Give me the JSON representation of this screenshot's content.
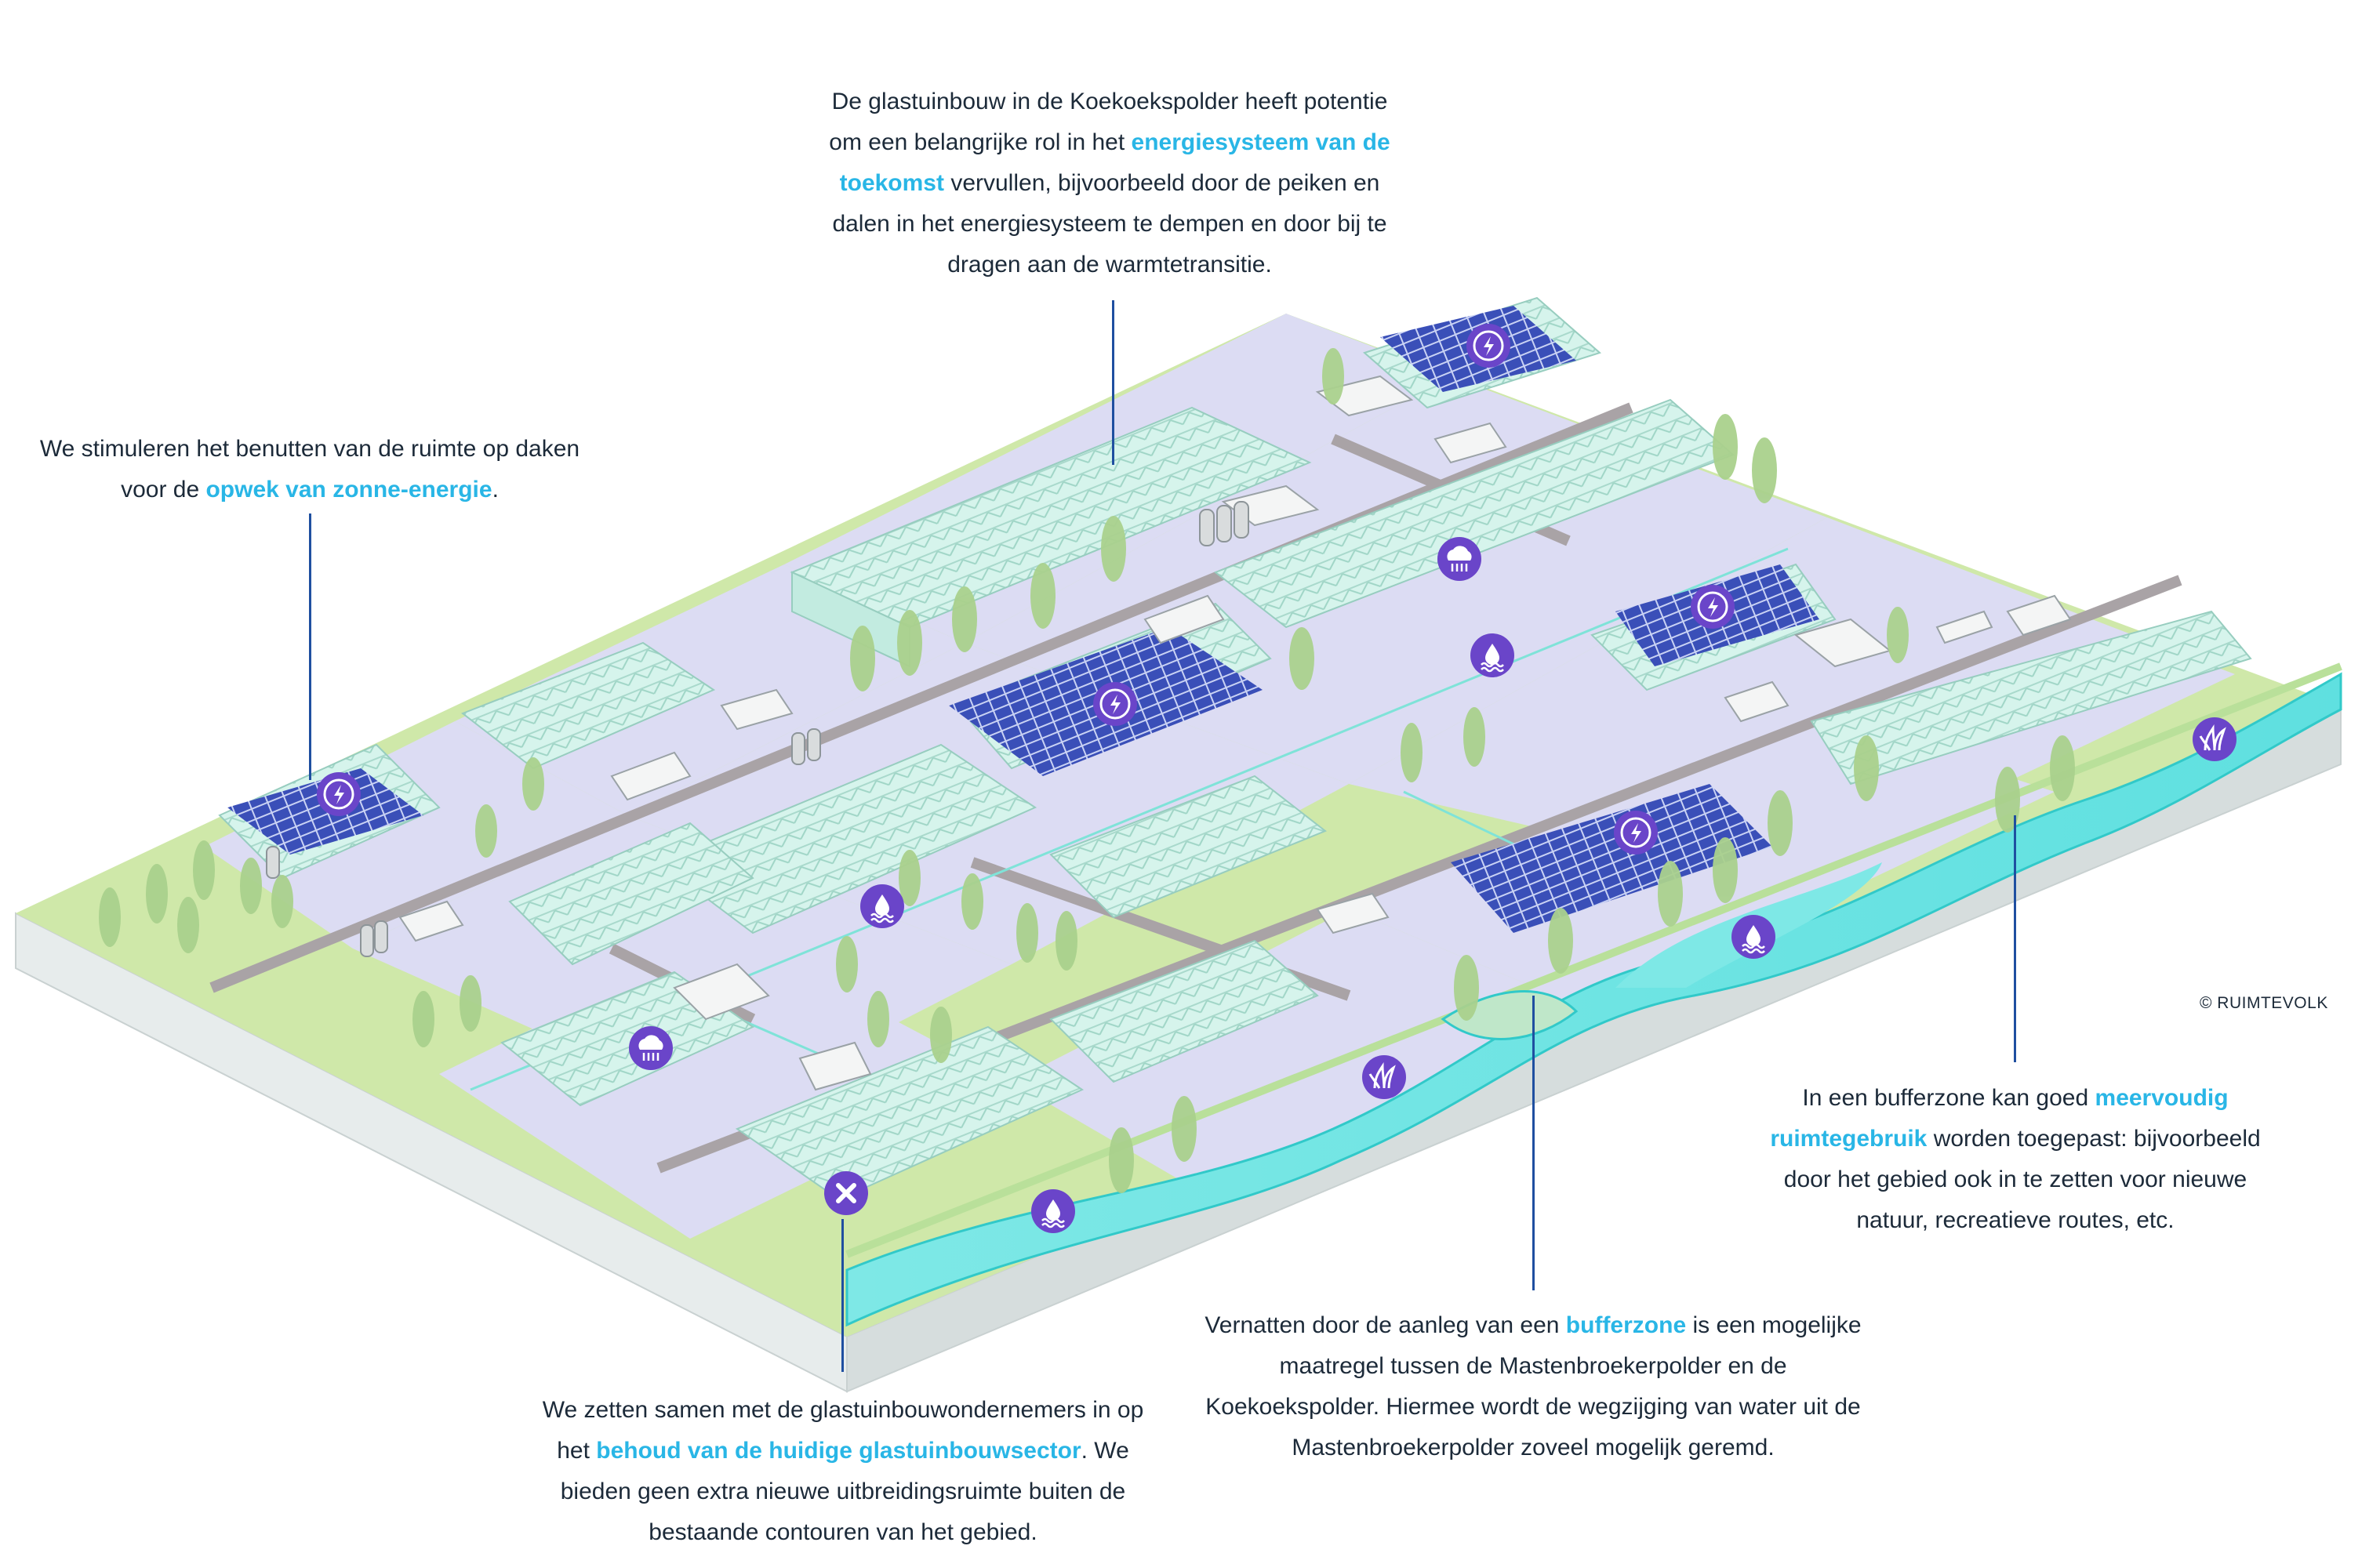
{
  "annotations": {
    "energy": {
      "before": "De glastuinbouw in de Koekoekspolder heeft potentie om een belangrijke rol in het ",
      "highlight": "energiesysteem van de toekomst",
      "after": " vervullen, bijvoorbeeld door de peiken en dalen in het energiesysteem te dempen en door bij te dragen aan de warmtetransitie."
    },
    "solar": {
      "before": "We stimuleren het benutten van de ruimte op daken voor de ",
      "highlight": "opwek van zonne-energie",
      "after": "."
    },
    "multi_use": {
      "before": "In een bufferzone kan goed ",
      "highlight": "meervoudig ruimtegebruik",
      "after": " worden toegepast: bijvoorbeeld door het gebied ook in te zetten voor nieuwe natuur, recreatieve routes, etc."
    },
    "bufferzone": {
      "before": "Vernatten door de aanleg van een ",
      "highlight": "bufferzone",
      "after": " is een mogelijke maatregel tussen de Mastenbroekerpolder en de Koekoekspolder. Hiermee wordt de wegzijging van water uit de Mastenbroekerpolder zoveel mogelijk geremd."
    },
    "sector": {
      "before": "We zetten samen met de glastuinbouwondernemers in op het ",
      "highlight": "behoud van de huidige glastuinbouwsector",
      "after": ". We bieden geen extra nieuwe uitbreidingsruimte buiten de bestaande contouren van het gebied."
    }
  },
  "credit": "© RUIMTEVOLK",
  "icons": {
    "energy": "lightning-icon",
    "water": "water-drop-icon",
    "rain": "rain-cloud-icon",
    "nature": "nature-plant-icon",
    "no_expansion": "cross-icon"
  },
  "colors": {
    "highlight": "#29b6e6",
    "text": "#1c2a39",
    "leader": "#1f4fa0",
    "icon": "#6a45c9",
    "greenhouse": "#d6f4ec",
    "solar": "#3a4fb8",
    "grass": "#cfe8a9",
    "lot": "#dcdcf3",
    "road": "#a9a3a6",
    "water": "#5fe0e0"
  }
}
